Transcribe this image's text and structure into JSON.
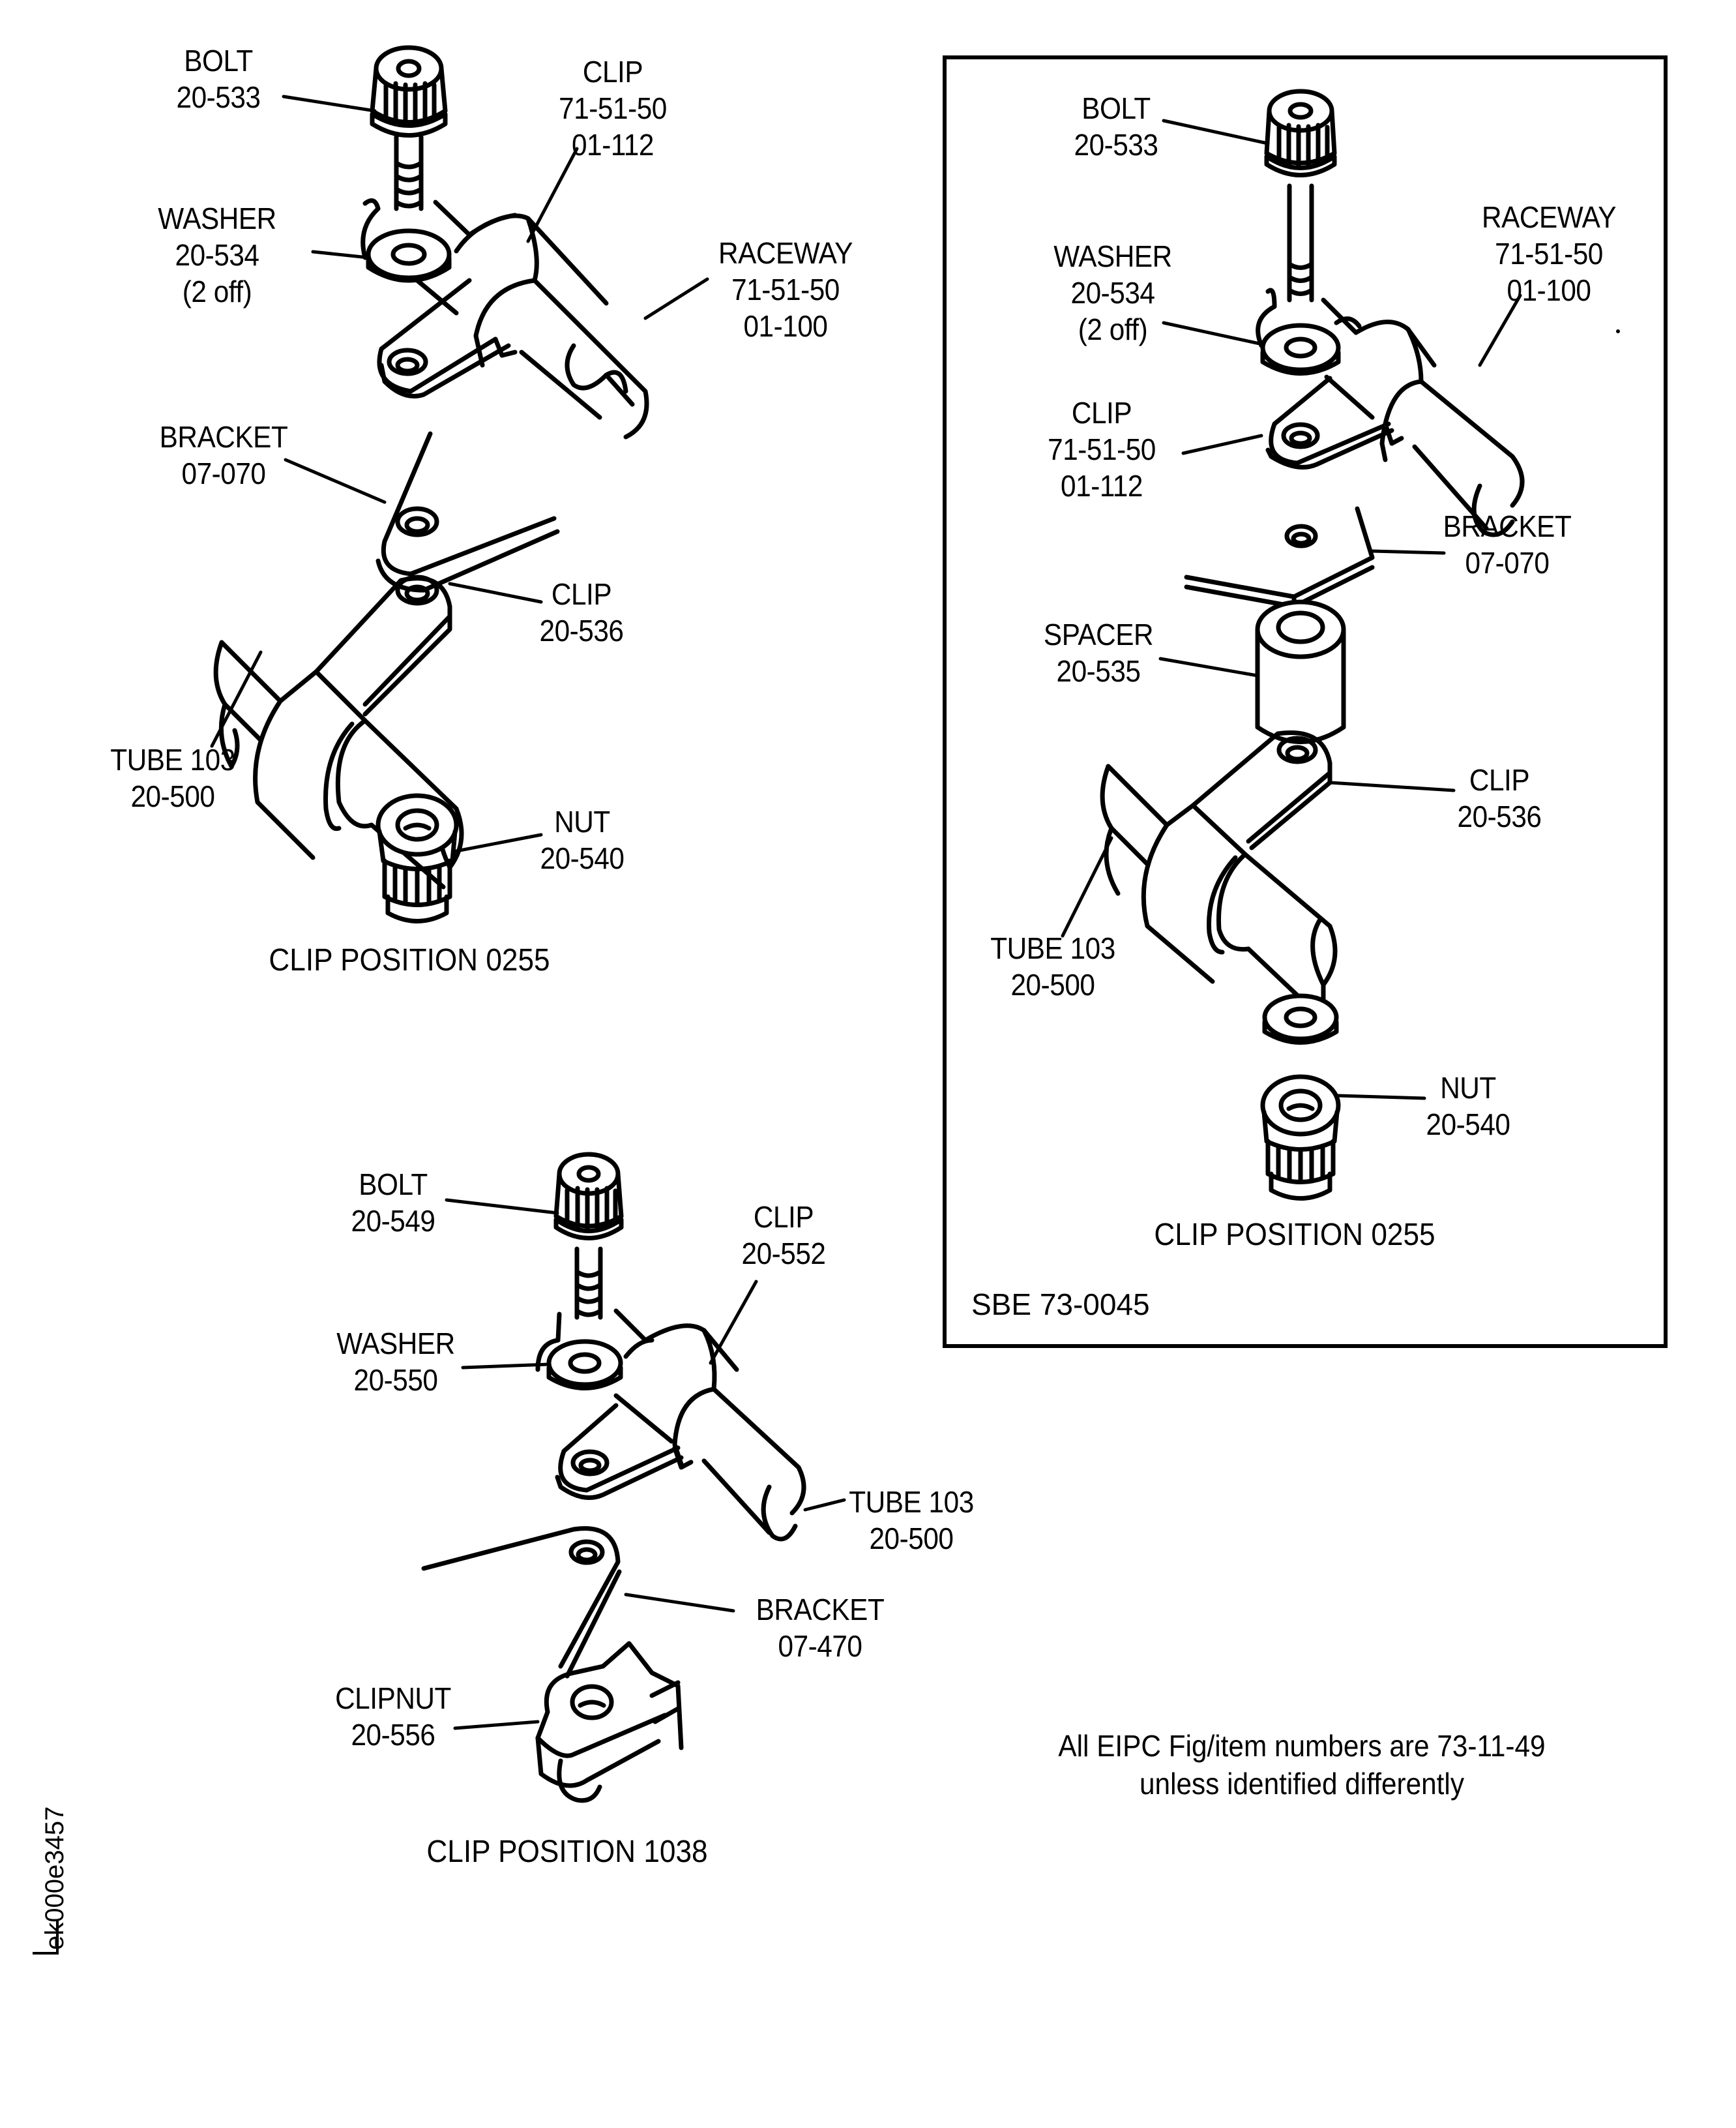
{
  "figure": {
    "reference_code": "ek000e3457",
    "note": {
      "line1": "All EIPC Fig/item numbers are 73-11-49",
      "line2": "unless identified differently"
    },
    "colors": {
      "ink": "#000000",
      "paper": "#ffffff"
    }
  },
  "views": {
    "clip_0255": {
      "caption": "CLIP POSITION 0255",
      "callouts": [
        {
          "name": "BOLT",
          "numbers": [
            "20-533"
          ]
        },
        {
          "name": "CLIP",
          "numbers": [
            "71-51-50",
            "01-112"
          ]
        },
        {
          "name": "WASHER",
          "numbers": [
            "20-534",
            "(2 off)"
          ]
        },
        {
          "name": "RACEWAY",
          "numbers": [
            "71-51-50",
            "01-100"
          ]
        },
        {
          "name": "BRACKET",
          "numbers": [
            "07-070"
          ]
        },
        {
          "name": "CLIP",
          "numbers": [
            "20-536"
          ]
        },
        {
          "name": "TUBE 103",
          "numbers": [
            "20-500"
          ]
        },
        {
          "name": "NUT",
          "numbers": [
            "20-540"
          ]
        }
      ]
    },
    "clip_0255_sbe": {
      "caption": "CLIP POSITION 0255",
      "sbe": "SBE 73-0045",
      "callouts": [
        {
          "name": "BOLT",
          "numbers": [
            "20-533"
          ]
        },
        {
          "name": "WASHER",
          "numbers": [
            "20-534",
            "(2 off)"
          ]
        },
        {
          "name": "RACEWAY",
          "numbers": [
            "71-51-50",
            "01-100"
          ]
        },
        {
          "name": "CLIP",
          "numbers": [
            "71-51-50",
            "01-112"
          ]
        },
        {
          "name": "BRACKET",
          "numbers": [
            "07-070"
          ]
        },
        {
          "name": "SPACER",
          "numbers": [
            "20-535"
          ]
        },
        {
          "name": "CLIP",
          "numbers": [
            "20-536"
          ]
        },
        {
          "name": "TUBE 103",
          "numbers": [
            "20-500"
          ]
        },
        {
          "name": "NUT",
          "numbers": [
            "20-540"
          ]
        }
      ]
    },
    "clip_1038": {
      "caption": "CLIP POSITION 1038",
      "callouts": [
        {
          "name": "BOLT",
          "numbers": [
            "20-549"
          ]
        },
        {
          "name": "CLIP",
          "numbers": [
            "20-552"
          ]
        },
        {
          "name": "WASHER",
          "numbers": [
            "20-550"
          ]
        },
        {
          "name": "TUBE 103",
          "numbers": [
            "20-500"
          ]
        },
        {
          "name": "BRACKET",
          "numbers": [
            "07-470"
          ]
        },
        {
          "name": "CLIPNUT",
          "numbers": [
            "20-556"
          ]
        }
      ]
    }
  }
}
